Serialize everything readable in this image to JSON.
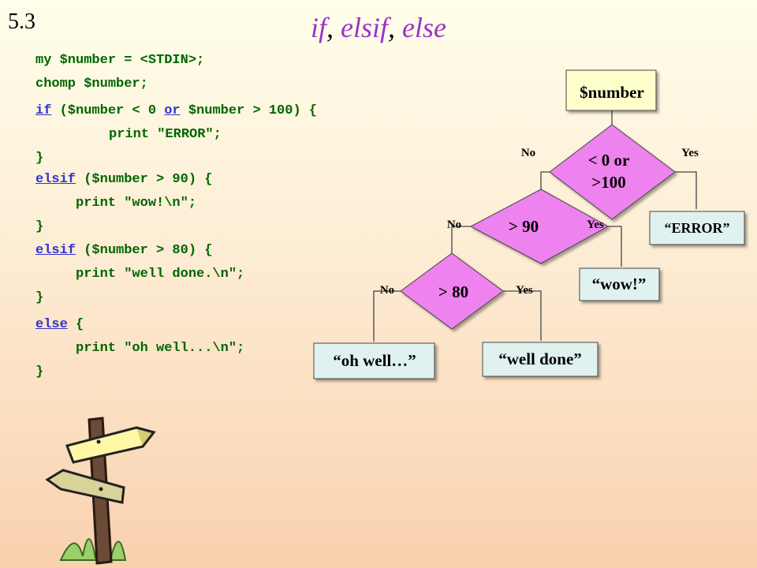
{
  "slide": {
    "number": "5.3"
  },
  "title": {
    "part1": "if",
    "sep1": ", ",
    "part2": "elsif",
    "sep2": ", ",
    "part3": "else"
  },
  "code": {
    "l1": "my $number = <STDIN>;",
    "l2": "chomp $number;",
    "l3_kw": "if",
    "l3_a": " ($number < 0 ",
    "l3_or": "or",
    "l3_b": " $number > 100) {",
    "l4": "print \"ERROR\";",
    "l5": "}",
    "l6_kw": "elsif",
    "l6_rest": " ($number > 90) {",
    "l7": "print \"wow!\\n\";",
    "l8": "}",
    "l9_kw": "elsif",
    "l9_rest": " ($number > 80) {",
    "l10": "print \"well done.\\n\";",
    "l11": "}",
    "l12_kw": "else",
    "l12_rest": " {",
    "l13": "print \"oh well...\\n\";",
    "l14": "}"
  },
  "flow": {
    "start": "$number",
    "d1_line1": "< 0 or",
    "d1_line2": ">100",
    "d2": "> 90",
    "d3": "> 80",
    "no": "No",
    "yes": "Yes",
    "error": "“ERROR”",
    "wow": "“wow!”",
    "well_done": "“well done”",
    "oh_well": "“oh well…”"
  },
  "colors": {
    "title": "#9933cc",
    "code": "#006600",
    "keyword": "#3333cc",
    "diamond": "#ee82ee",
    "start_box": "#ffffcc",
    "result_box": "#e0f2ef"
  }
}
